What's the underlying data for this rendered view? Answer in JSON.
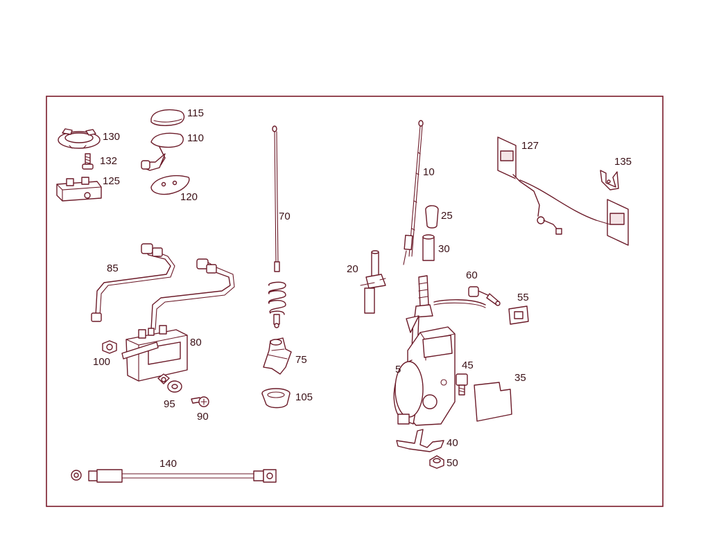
{
  "colors": {
    "line": "#6b1a28",
    "frame": "#7a1a2a",
    "text": "#3a1016",
    "background": "#ffffff"
  },
  "callouts": {
    "c5": "5",
    "c10": "10",
    "c20": "20",
    "c25": "25",
    "c30": "30",
    "c35": "35",
    "c40": "40",
    "c45": "45",
    "c50": "50",
    "c55": "55",
    "c60": "60",
    "c70": "70",
    "c75": "75",
    "c80": "80",
    "c85": "85",
    "c90": "90",
    "c95": "95",
    "c100": "100",
    "c105": "105",
    "c110": "110",
    "c115": "115",
    "c120": "120",
    "c125": "125",
    "c127": "127",
    "c130": "130",
    "c132": "132",
    "c135": "135",
    "c140": "140"
  }
}
